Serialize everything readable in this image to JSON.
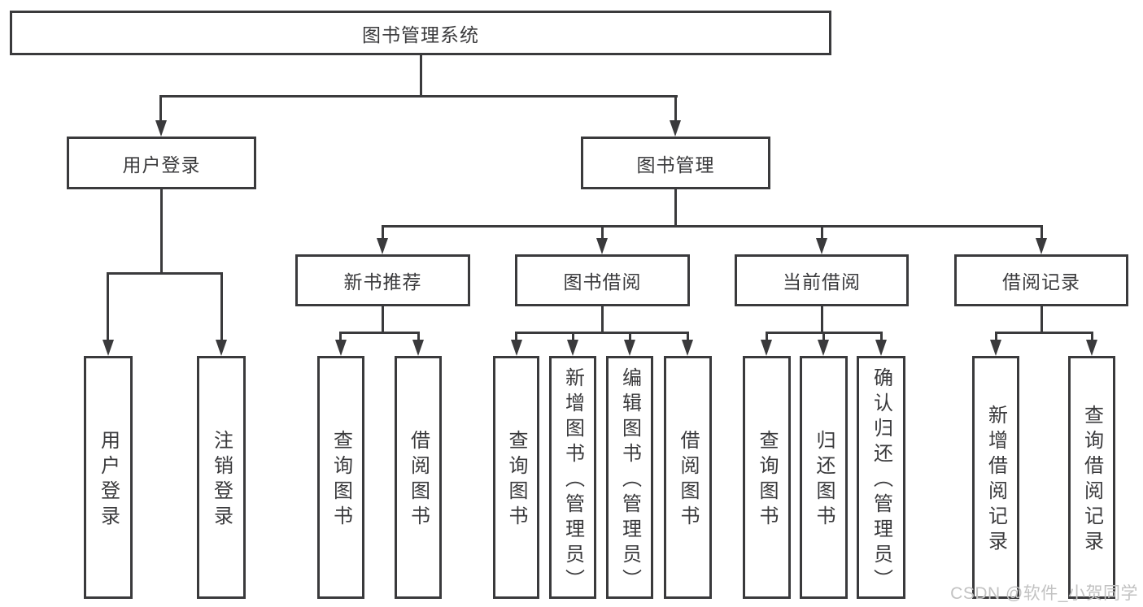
{
  "diagram": {
    "title": "图书管理系统",
    "level2": {
      "user_login": "用户登录",
      "book_mgmt": "图书管理"
    },
    "level3": {
      "new_books": "新书推荐",
      "book_borrow": "图书借阅",
      "current_borrow": "当前借阅",
      "borrow_records": "借阅记录"
    },
    "leaves": {
      "user_login": [
        "用户登录",
        "注销登录"
      ],
      "new_books": [
        "查询图书",
        "借阅图书"
      ],
      "book_borrow": [
        "查询图书",
        "新增图书（管理员）",
        "编辑图书（管理员）",
        "借阅图书"
      ],
      "current_borrow": [
        "查询图书",
        "归还图书",
        "确认归还（管理员）"
      ],
      "borrow_records": [
        "新增借阅记录",
        "查询借阅记录"
      ]
    }
  },
  "watermark": "CSDN @软件_小贺同学",
  "colors": {
    "line": "#3a3a3c",
    "text": "#3a3a3c",
    "background": "#ffffff",
    "watermark": "#c2c2c2"
  }
}
